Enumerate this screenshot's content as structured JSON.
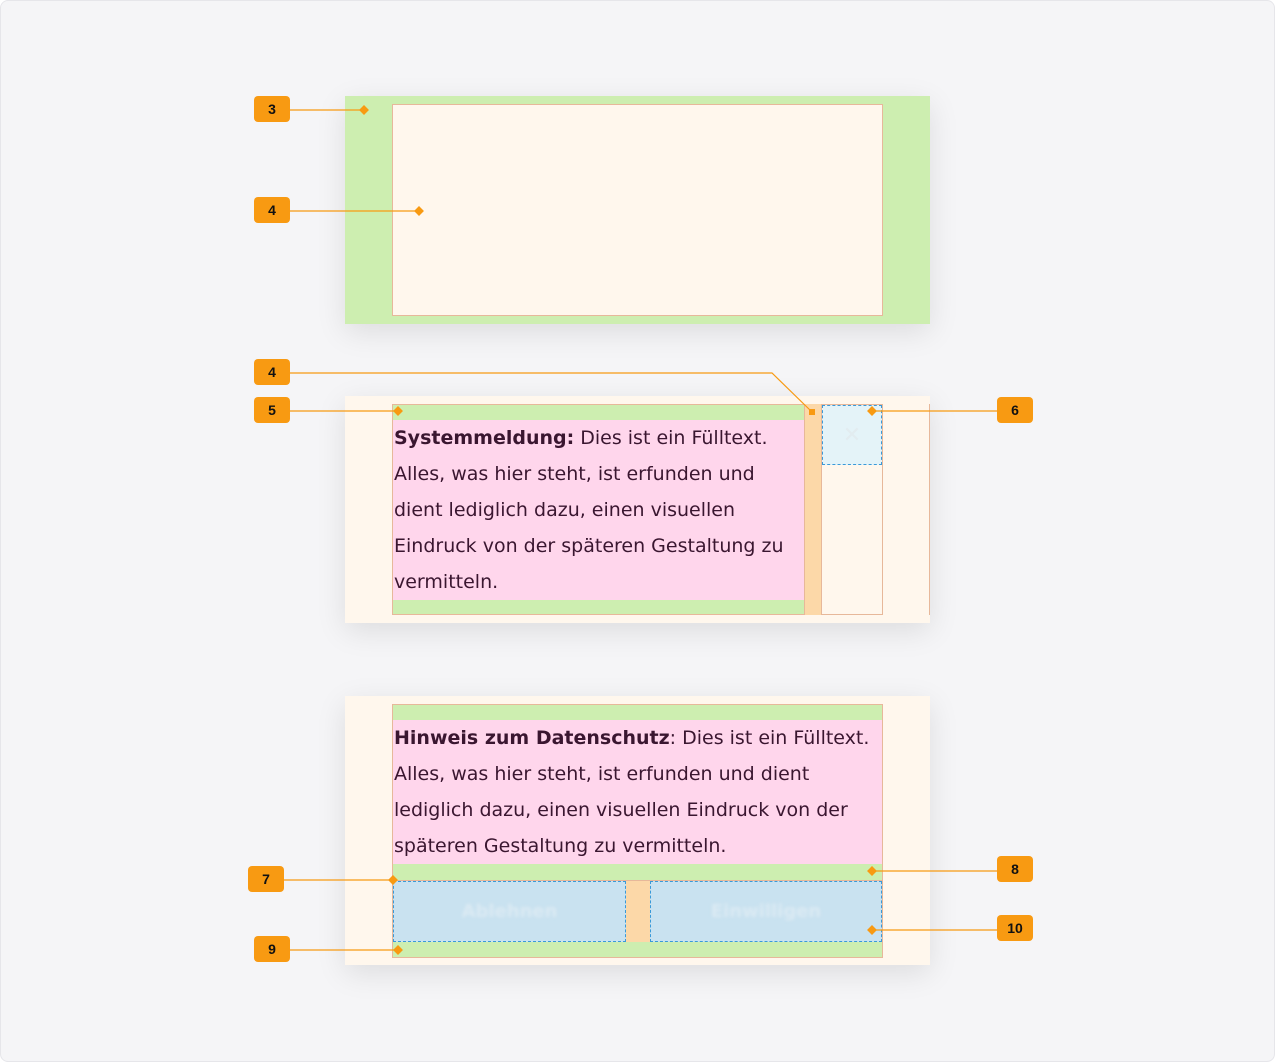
{
  "annotations": {
    "a3": "3",
    "a4_top": "4",
    "a4_mid": "4",
    "a5": "5",
    "a6": "6",
    "a7": "7",
    "a8": "8",
    "a9": "9",
    "a10": "10"
  },
  "system_message": {
    "title": "Systemmeldung:",
    "lines": [
      " Dies ist ein Fülltext.",
      "Alles, was hier steht, ist erfunden und",
      "dient lediglich dazu, einen visuellen",
      "Eindruck von der späteren Gestaltung zu",
      "vermitteln."
    ],
    "close_icon": "close-icon"
  },
  "privacy_notice": {
    "title": "Hinweis zum Datenschutz",
    "lines": [
      ": Dies ist ein Fülltext.",
      "Alles, was hier steht, ist erfunden und dient",
      "lediglich dazu, einen visuellen Eindruck von der",
      "späteren Gestaltung zu vermitteln."
    ],
    "decline_label": "Ablehnen",
    "accept_label": "Einwilligen"
  },
  "colors": {
    "badge": "#f89a12",
    "leader": "#f89a12",
    "padding_green": "#cdeeb0",
    "content_pink": "#ffd6ec",
    "gap_orange": "#fcd8a8",
    "interactive_blue": "#c9e2f0",
    "background_cream": "#fff7ed"
  }
}
